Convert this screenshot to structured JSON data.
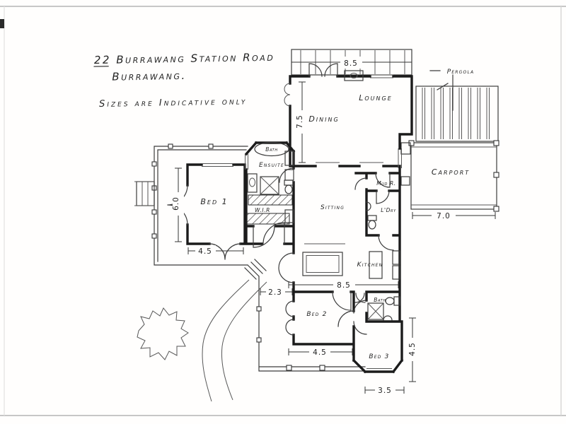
{
  "colors": {
    "ink": "#1b1b1b",
    "paper": "#fffefd"
  },
  "header": {
    "address_line1": "22 Burrawang Station Road",
    "address_line2": "Burrawang.",
    "note": "Sizes are Indicative only"
  },
  "rooms": {
    "lounge": "Lounge",
    "dining": "Dining",
    "ensuite": "Ensuite",
    "ensuite_bath": "Bath",
    "wir": "W.I.R",
    "bed1": "Bed 1",
    "sitting": "Sitting",
    "mud_room": "Mud R.",
    "laundry": "L'Dry",
    "kitchen": "Kitchen",
    "bed2": "Bed 2",
    "bath2": "Bath",
    "bed3": "Bed 3",
    "carport": "Carport",
    "pergola": "Pergola"
  },
  "dimensions": {
    "deck_width": "8.5",
    "dining_depth": "7.5",
    "bed1_depth": "6.0",
    "bed1_width": "4.5",
    "carport_width": "7.0",
    "kitchen_width": "8.5",
    "hall_width": "2.3",
    "bed2_width": "4.5",
    "bed3_width": "3.5",
    "bed3_depth": "4.5"
  }
}
